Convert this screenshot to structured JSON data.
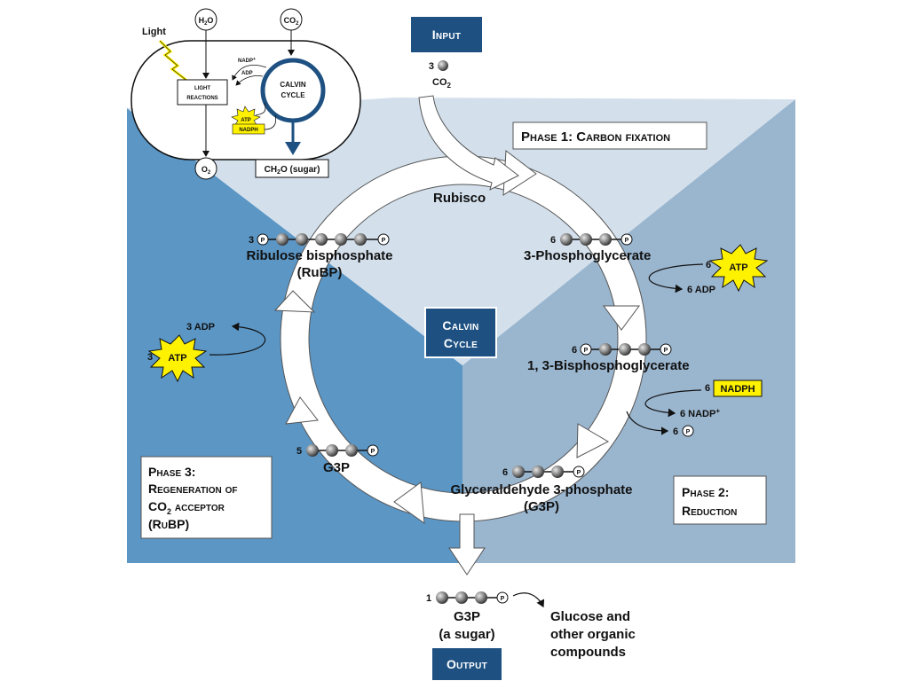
{
  "colors": {
    "phase1_bg": "#d3e0ec",
    "phase2_bg": "#9ab5ce",
    "phase3_bg": "#5b96c5",
    "dark_blue": "#1e5182",
    "atp_yellow": "#fff200",
    "nadph_yellow": "#fff200",
    "molecule_gray": "#8c8c8c"
  },
  "icons": [
    "molecule-ball-icon",
    "phosphate-icon",
    "atp-starburst-icon",
    "lightning-bolt-icon",
    "arrow-icon"
  ],
  "input": {
    "label": "Input",
    "count": "3",
    "molecule": "CO",
    "subscript": "2"
  },
  "output": {
    "label": "Output"
  },
  "center": {
    "line1": "Calvin",
    "line2": "Cycle"
  },
  "phase1": {
    "title": "Phase 1: Carbon fixation",
    "enzyme": "Rubisco"
  },
  "phase2": {
    "line1": "Phase 2:",
    "line2": "Reduction"
  },
  "phase3": {
    "line1": "Phase 3:",
    "line2": "Regeneration of",
    "line3_pre": "CO",
    "line3_sub": "2",
    "line3_post": " acceptor",
    "line4": "(RuBP)"
  },
  "molecules": {
    "rubp": {
      "count": "3",
      "line1": "Ribulose bisphosphate",
      "line2": "(RuBP)"
    },
    "pga": {
      "count": "6",
      "label": "3-Phosphoglycerate"
    },
    "bpg": {
      "count": "6",
      "label": "1, 3-Bisphosphoglycerate"
    },
    "g3p": {
      "count": "6",
      "line1": "Glyceraldehyde 3-phosphate",
      "line2": "(G3P)"
    },
    "g3p_recycle": {
      "count": "5",
      "label": "G3P"
    },
    "g3p_out": {
      "count": "1",
      "line1": "G3P",
      "line2": "(a sugar)"
    }
  },
  "phosphate_symbol": "P",
  "energy": {
    "atp_label": "ATP",
    "phase2_atp_count": "6",
    "phase2_adp": "6 ADP",
    "nadph_count": "6",
    "nadph_label": "NADPH",
    "nadp_out": "6 NADP",
    "nadp_sup": "+",
    "pi_out_count": "6",
    "phase3_atp_count": "3",
    "phase3_adp": "3 ADP"
  },
  "products": {
    "line1": "Glucose and",
    "line2": "other organic",
    "line3": "compounds"
  },
  "inset": {
    "light": "Light",
    "h2o_pre": "H",
    "h2o_sub": "2",
    "h2o_post": "O",
    "co2_pre": "CO",
    "co2_sub": "2",
    "o2_pre": "O",
    "o2_sub": "2",
    "light_reactions_1": "LIGHT",
    "light_reactions_2": "REACTIONS",
    "calvin_1": "CALVIN",
    "calvin_2": "CYCLE",
    "nadp": "NADP",
    "nadp_sup": "+",
    "adp": "ADP",
    "atp": "ATP",
    "nadph": "NADPH",
    "sugar_pre": "CH",
    "sugar_sub": "2",
    "sugar_post": "O (sugar)"
  }
}
